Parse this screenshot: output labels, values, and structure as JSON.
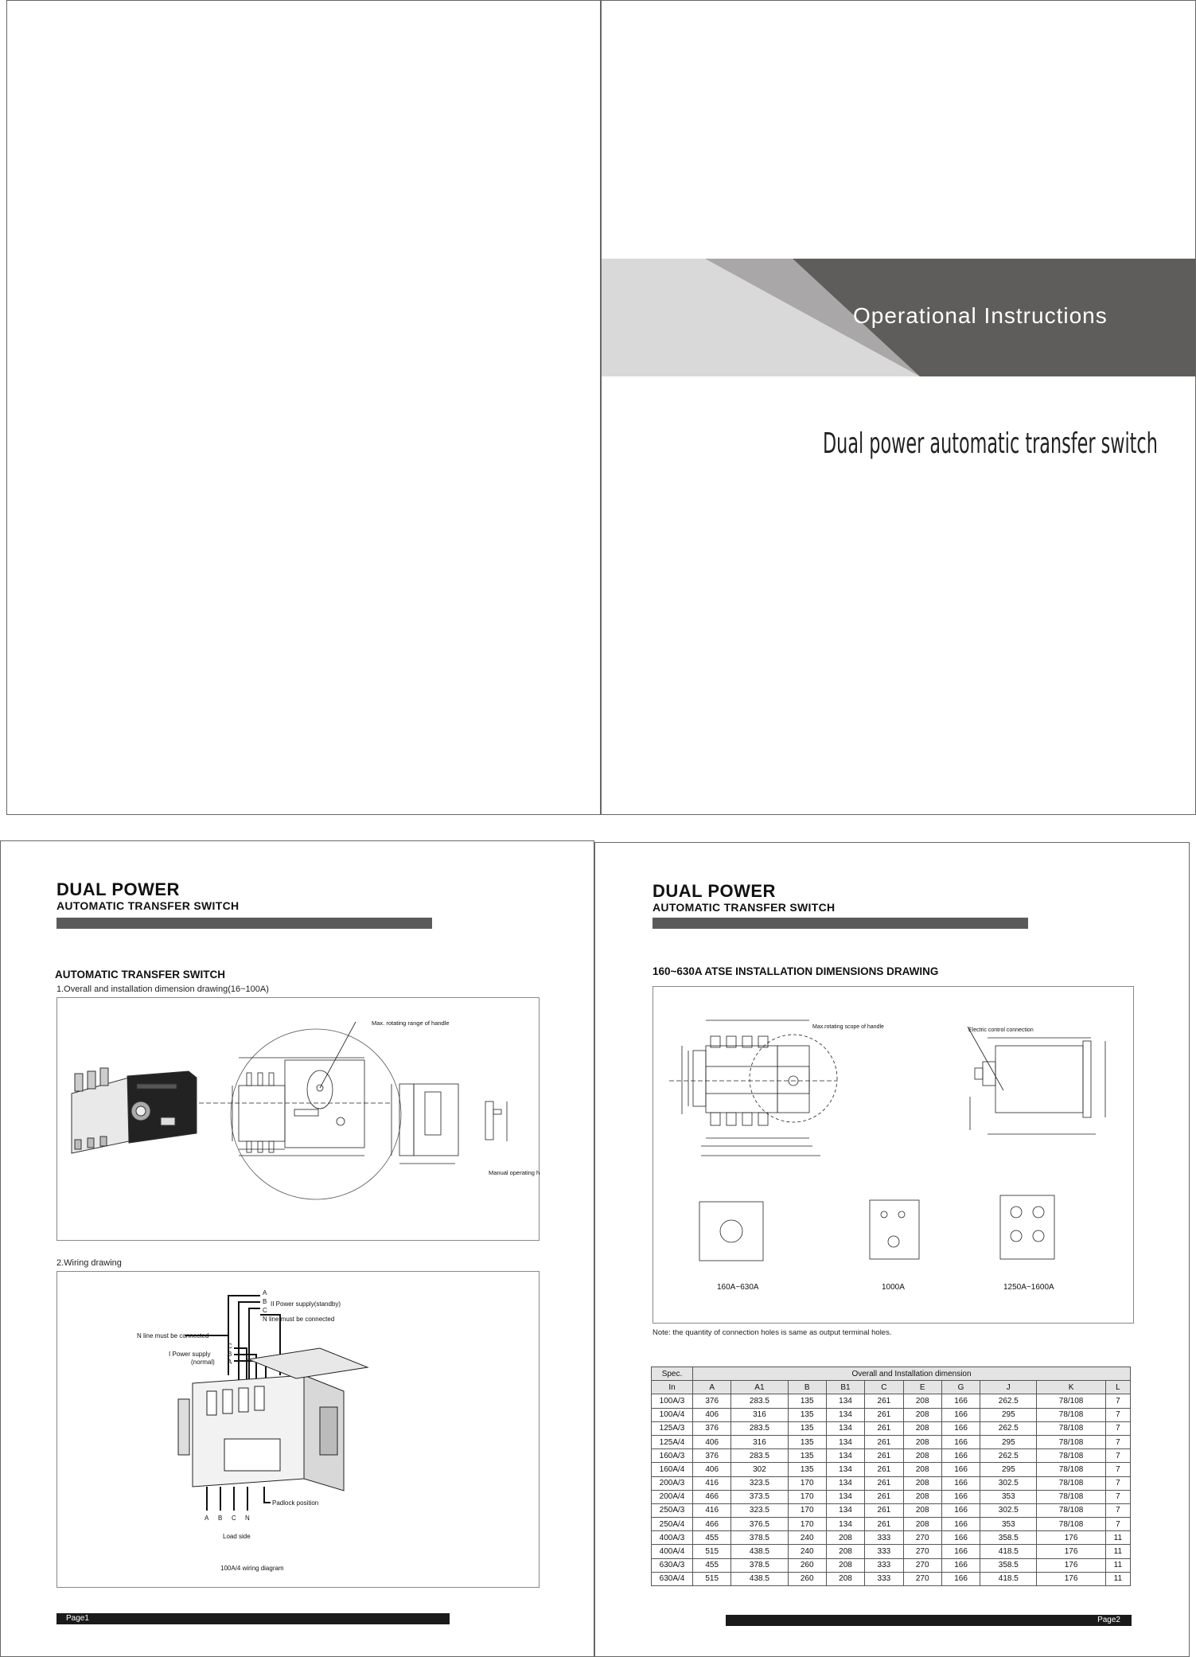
{
  "cover": {
    "title": "Operational  Instructions",
    "subtitle": "Dual power automatic transfer switch"
  },
  "header": {
    "brand": "DUAL POWER",
    "brand_sub": "AUTOMATIC TRANSFER SWITCH"
  },
  "page1": {
    "section_title": "AUTOMATIC TRANSFER SWITCH",
    "item1": "1.Overall and installation dimension drawing(16~100A)",
    "dim_labels": {
      "max_rotating": "Max. rotating range of handle",
      "manual_handle": "Manual operating handle"
    },
    "item2": "2.Wiring drawing",
    "wiring": {
      "a": "A",
      "b": "B",
      "c": "C",
      "n": "N",
      "power_standby": "II Power supply(standby)",
      "n_line_right": "N line must be connected",
      "n_line_left": "N line must be connected",
      "power_normal_1": "I  Power supply",
      "power_normal_2": "(normal)",
      "padlock": "Padlock position",
      "load_side": "Load side",
      "caption": "100A/4 wiring diagram"
    },
    "footer": "Page1"
  },
  "page2": {
    "section_title": "160~630A ATSE INSTALLATION DIMENSIONS DRAWING",
    "labels": {
      "max_rotating": "Max.rotating scope of handle",
      "electric": "Electric control connection",
      "cap1": "160A~630A",
      "cap2": "1000A",
      "cap3": "1250A~1600A"
    },
    "note": "Note: the quantity of connection holes is same as output terminal holes.",
    "table": {
      "spec_label": "Spec.",
      "group_label": "Overall and Installation dimension",
      "columns": [
        "In",
        "A",
        "A1",
        "B",
        "B1",
        "C",
        "E",
        "G",
        "J",
        "K",
        "L"
      ],
      "rows": [
        [
          "100A/3",
          "376",
          "283.5",
          "135",
          "134",
          "261",
          "208",
          "166",
          "262.5",
          "78/108",
          "7"
        ],
        [
          "100A/4",
          "406",
          "316",
          "135",
          "134",
          "261",
          "208",
          "166",
          "295",
          "78/108",
          "7"
        ],
        [
          "125A/3",
          "376",
          "283.5",
          "135",
          "134",
          "261",
          "208",
          "166",
          "262.5",
          "78/108",
          "7"
        ],
        [
          "125A/4",
          "406",
          "316",
          "135",
          "134",
          "261",
          "208",
          "166",
          "295",
          "78/108",
          "7"
        ],
        [
          "160A/3",
          "376",
          "283.5",
          "135",
          "134",
          "261",
          "208",
          "166",
          "262.5",
          "78/108",
          "7"
        ],
        [
          "160A/4",
          "406",
          "302",
          "135",
          "134",
          "261",
          "208",
          "166",
          "295",
          "78/108",
          "7"
        ],
        [
          "200A/3",
          "416",
          "323.5",
          "170",
          "134",
          "261",
          "208",
          "166",
          "302.5",
          "78/108",
          "7"
        ],
        [
          "200A/4",
          "466",
          "373.5",
          "170",
          "134",
          "261",
          "208",
          "166",
          "353",
          "78/108",
          "7"
        ],
        [
          "250A/3",
          "416",
          "323.5",
          "170",
          "134",
          "261",
          "208",
          "166",
          "302.5",
          "78/108",
          "7"
        ],
        [
          "250A/4",
          "466",
          "376.5",
          "170",
          "134",
          "261",
          "208",
          "166",
          "353",
          "78/108",
          "7"
        ],
        [
          "400A/3",
          "455",
          "378.5",
          "240",
          "208",
          "333",
          "270",
          "166",
          "358.5",
          "176",
          "11"
        ],
        [
          "400A/4",
          "515",
          "438.5",
          "240",
          "208",
          "333",
          "270",
          "166",
          "418.5",
          "176",
          "11"
        ],
        [
          "630A/3",
          "455",
          "378.5",
          "260",
          "208",
          "333",
          "270",
          "166",
          "358.5",
          "176",
          "11"
        ],
        [
          "630A/4",
          "515",
          "438.5",
          "260",
          "208",
          "333",
          "270",
          "166",
          "418.5",
          "176",
          "11"
        ]
      ]
    },
    "footer": "Page2"
  },
  "colors": {
    "band_dark": "#5f5c5c",
    "band_mid": "#9a9898",
    "band_light": "#d9d9d9",
    "header_bar": "#5a5a5a",
    "footer_bar": "#1a1a1a"
  }
}
